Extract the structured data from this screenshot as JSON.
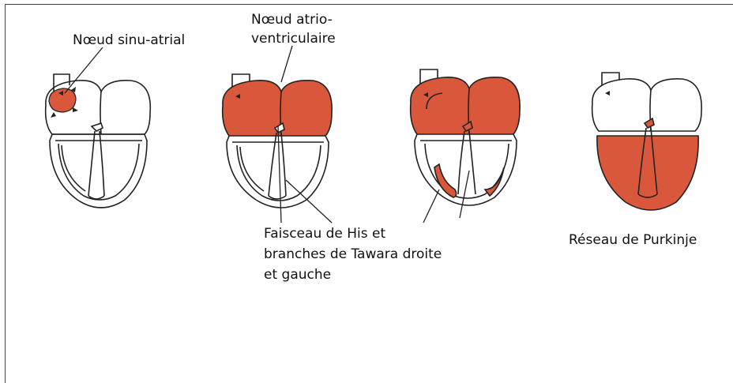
{
  "labels": {
    "sa_node": "Nœud sinu-atrial",
    "av_node_line1": "Nœud atrio-",
    "av_node_line2": "ventriculaire",
    "his_line1": "Faisceau de His et",
    "his_line2": "branches de Tawara droite",
    "his_line3": "et gauche",
    "purkinje": "Réseau de Purkinje"
  },
  "colors": {
    "excited_tissue": "#d9573a",
    "outline": "#222222",
    "background": "#ffffff"
  },
  "stages": [
    {
      "stage": "sinus-node",
      "atria_excited": false,
      "sa_node_excited": true,
      "bundle_branches_excited": false,
      "ventricles_excited": false
    },
    {
      "stage": "atria",
      "atria_excited": true,
      "sa_node_excited": false,
      "bundle_branches_excited": false,
      "ventricles_excited": false
    },
    {
      "stage": "bundle-of-his",
      "atria_excited": true,
      "sa_node_excited": false,
      "bundle_branches_excited": true,
      "ventricles_excited": false
    },
    {
      "stage": "purkinje",
      "atria_excited": false,
      "sa_node_excited": false,
      "bundle_branches_excited": true,
      "ventricles_excited": true
    }
  ]
}
